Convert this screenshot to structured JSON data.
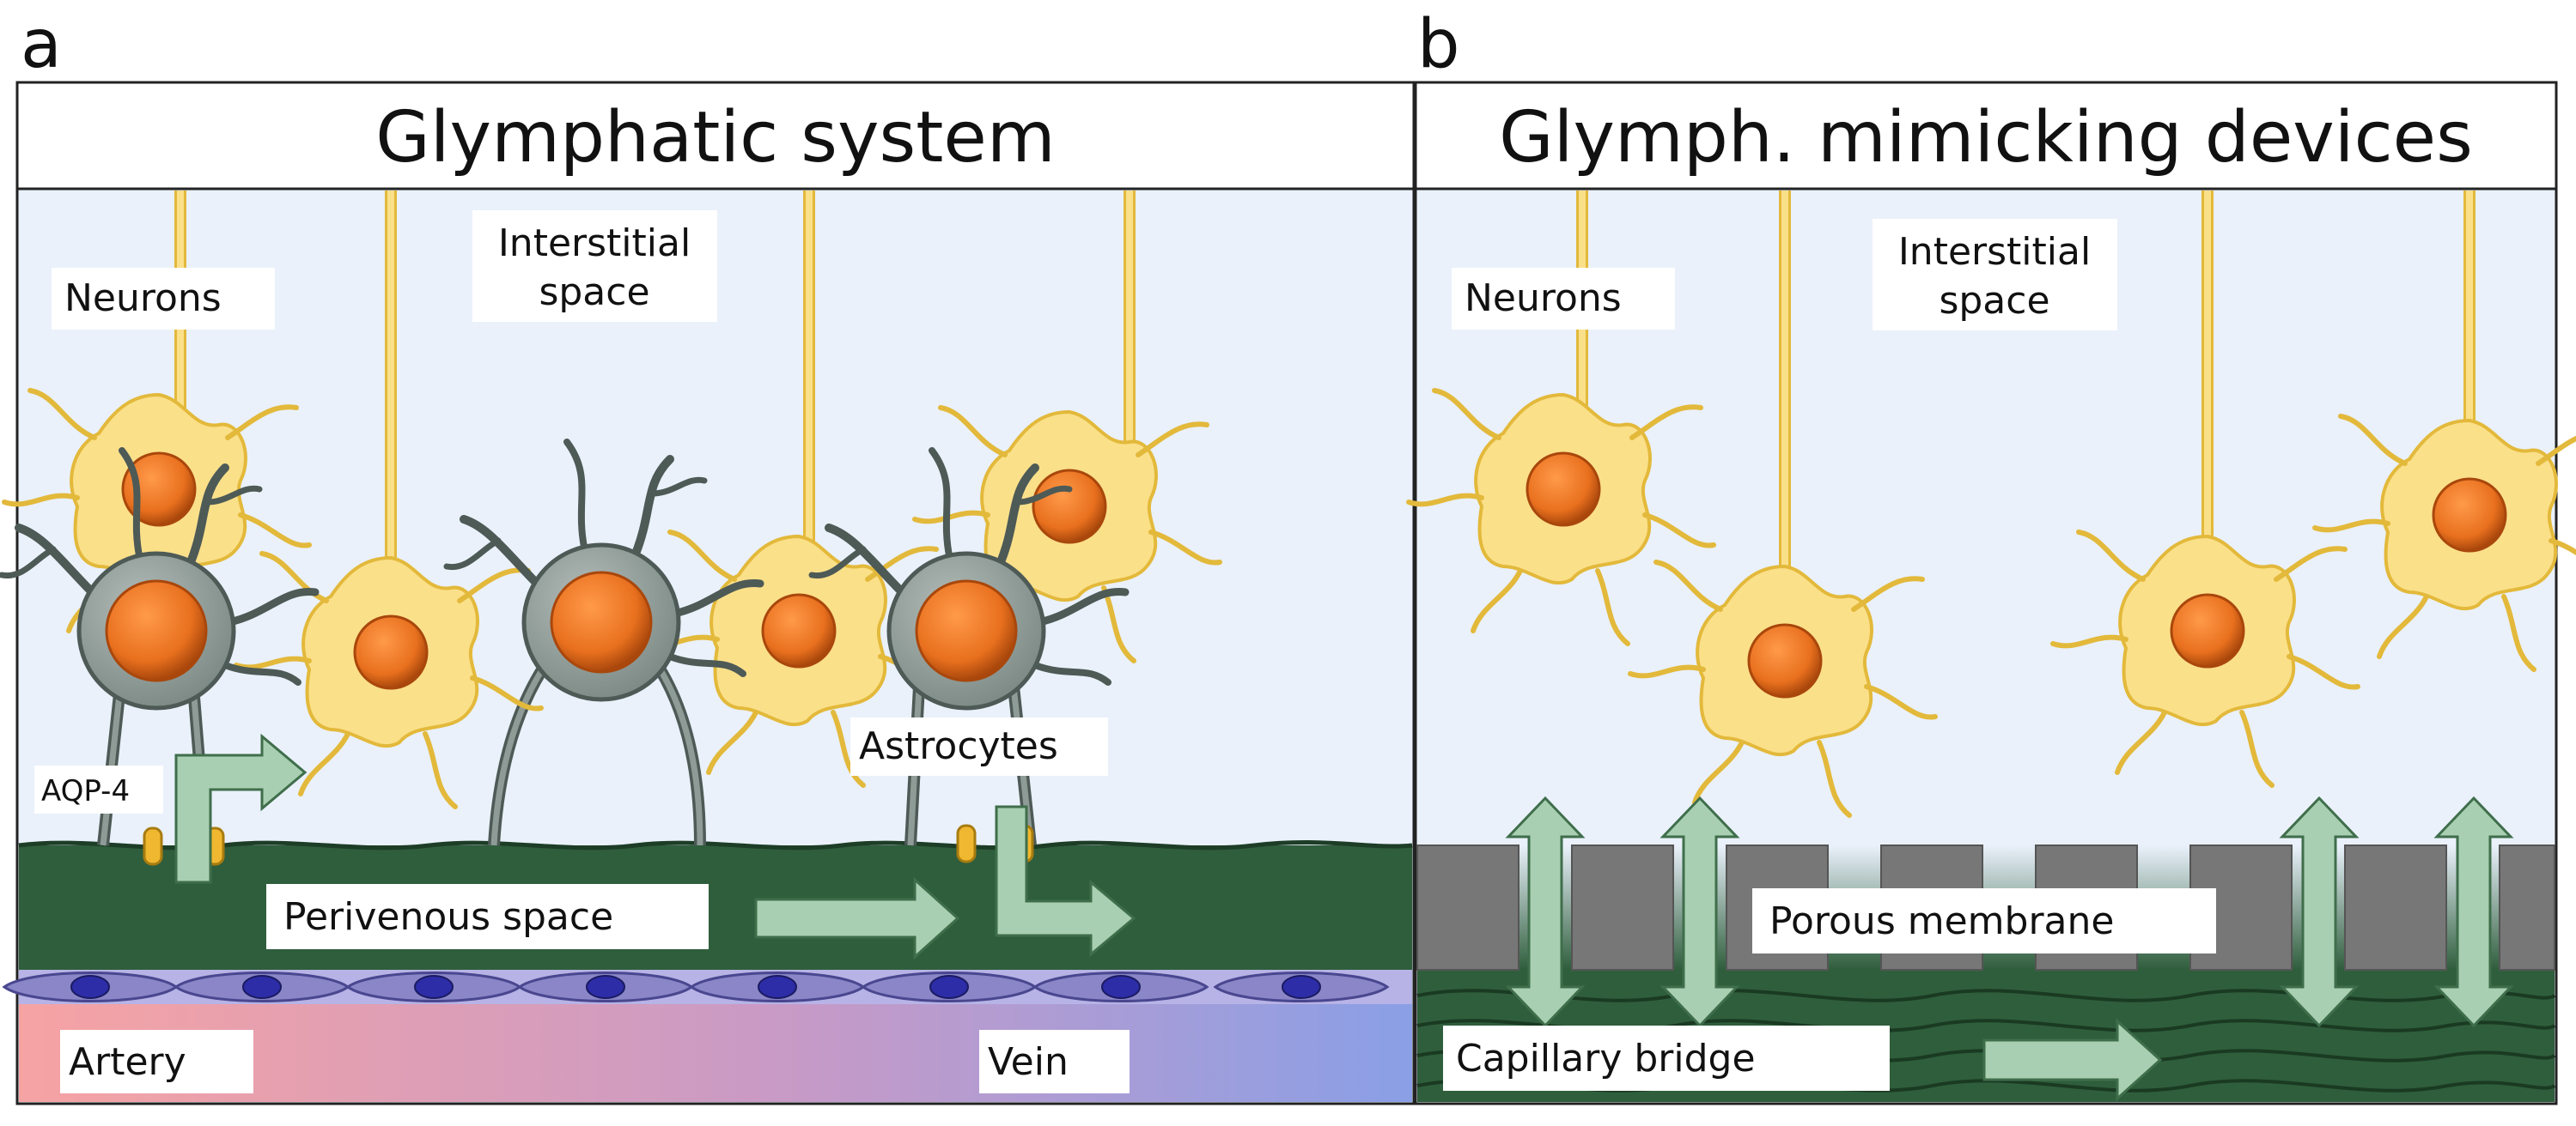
{
  "panel_a": {
    "letter": "a",
    "title": "Glymphatic system",
    "labels": {
      "neurons": "Neurons",
      "interstitial_line1": "Interstitial",
      "interstitial_line2": "space",
      "aqp4": "AQP-4",
      "astrocytes": "Astrocytes",
      "perivenous": "Perivenous space",
      "artery": "Artery",
      "vein": "Vein"
    }
  },
  "panel_b": {
    "letter": "b",
    "title": "Glymph. mimicking devices",
    "labels": {
      "neurons": "Neurons",
      "interstitial_line1": "Interstitial",
      "interstitial_line2": "space",
      "porous": "Porous membrane",
      "capillary": "Capillary bridge"
    }
  },
  "colors": {
    "background": "#eaf1fb",
    "neuron_fill": "#fbe08a",
    "neuron_stroke": "#e3b93b",
    "nucleus": "#e8701e",
    "astrocyte_fill": "#8e9b97",
    "astrocyte_stroke": "#4d5a56",
    "perivascular": "#2f5e3c",
    "arrow": "#a9cfb2",
    "membrane": "#777777",
    "endothelium": "#8a86c7",
    "artery": "#f3a0a0",
    "vein": "#9aa6e6"
  }
}
